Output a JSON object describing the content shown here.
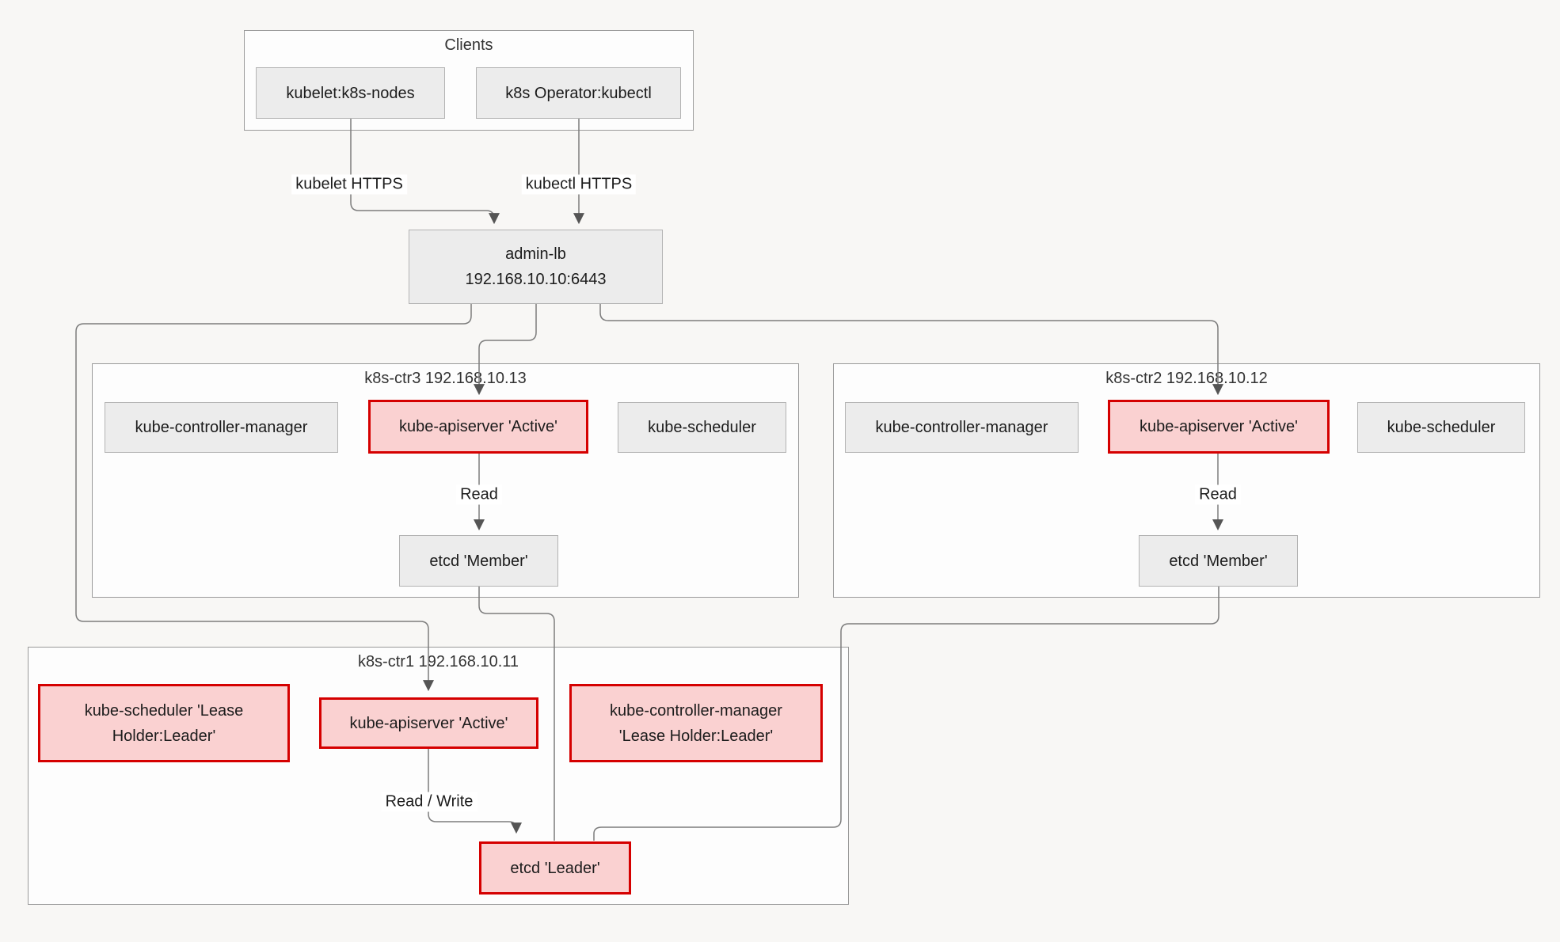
{
  "colors": {
    "bg": "#f8f7f5",
    "container_fill": "#fdfdfd",
    "container_border": "#9a9a9a",
    "gray_fill": "#ececec",
    "gray_border": "#b3b3b3",
    "red_fill": "#fad1d1",
    "red_border": "#d50000",
    "edge": "#7d7d7d",
    "arrow": "#555555"
  },
  "clients": {
    "title": "Clients",
    "kubelet_node": "kubelet:k8s-nodes",
    "operator_node": "k8s Operator:kubectl"
  },
  "admin_lb": {
    "name": "admin-lb",
    "address": "192.168.10.10:6443"
  },
  "edges": {
    "kubelet_https": "kubelet HTTPS",
    "kubectl_https": "kubectl HTTPS",
    "read_ctr3": "Read",
    "read_ctr2": "Read",
    "read_write": "Read / Write"
  },
  "ctr3": {
    "title": "k8s-ctr3 192.168.10.13",
    "controller_manager": "kube-controller-manager",
    "apiserver": "kube-apiserver 'Active'",
    "scheduler": "kube-scheduler",
    "etcd": "etcd 'Member'"
  },
  "ctr2": {
    "title": "k8s-ctr2 192.168.10.12",
    "controller_manager": "kube-controller-manager",
    "apiserver": "kube-apiserver 'Active'",
    "scheduler": "kube-scheduler",
    "etcd": "etcd 'Member'"
  },
  "ctr1": {
    "title": "k8s-ctr1 192.168.10.11",
    "scheduler_line1": "kube-scheduler 'Lease",
    "scheduler_line2": "Holder:Leader'",
    "apiserver": "kube-apiserver 'Active'",
    "controller_manager_line1": "kube-controller-manager",
    "controller_manager_line2": "'Lease Holder:Leader'",
    "etcd": "etcd 'Leader'"
  }
}
